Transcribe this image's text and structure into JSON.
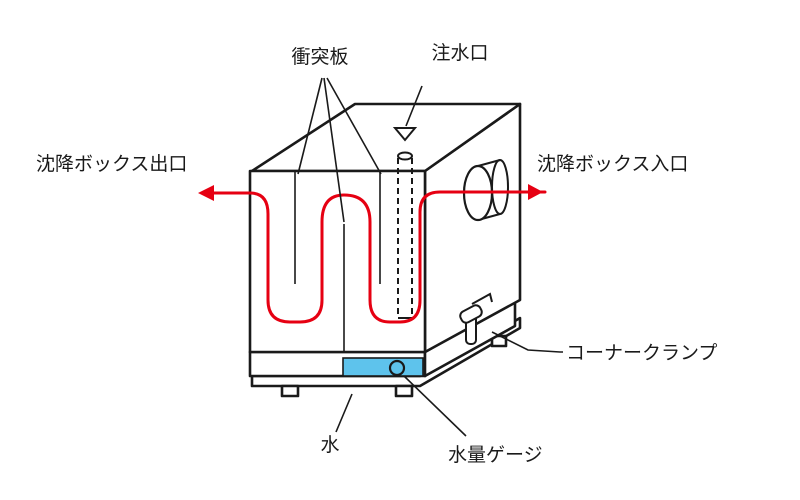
{
  "colors": {
    "flow": "#e60012",
    "water": "#5ec3ec",
    "outline": "#1a1a1a"
  },
  "labels": {
    "baffle": "衝突板",
    "fill_port": "注水口",
    "outlet": "沈降ボックス出口",
    "inlet": "沈降ボックス入口",
    "corner_clamp": "コーナークランプ",
    "water": "水",
    "water_gauge": "水量ゲージ"
  }
}
